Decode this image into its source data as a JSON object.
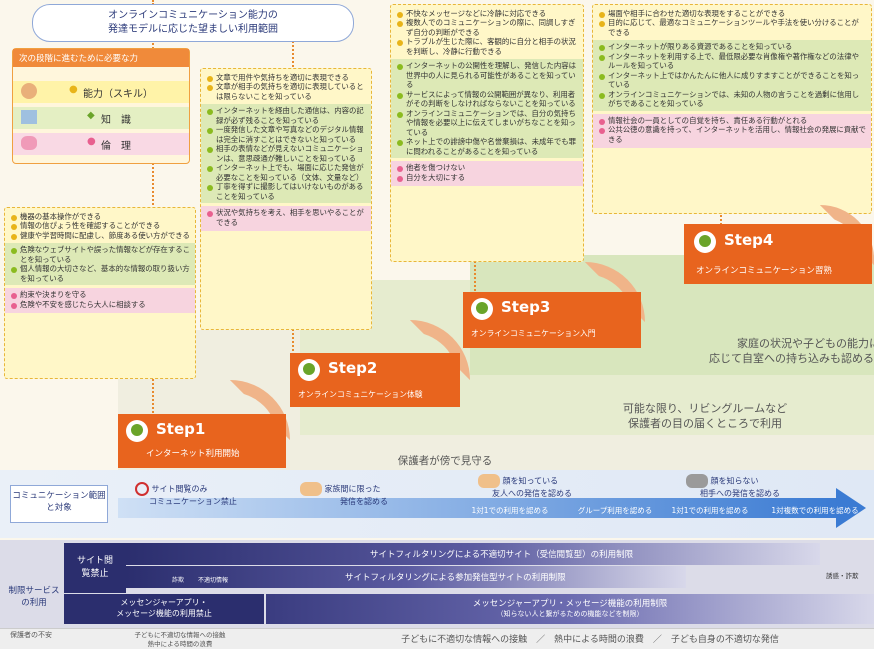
{
  "header": {
    "line1": "オンラインコミュニケーション能力の",
    "line2": "発達モデルに応じた望ましい利用範囲"
  },
  "legend": {
    "title": "次の段階に進むために必要な力",
    "items": [
      {
        "bullet": "●",
        "label": "能力（スキル）"
      },
      {
        "bullet": "◆",
        "label": "知　識"
      },
      {
        "bullet": "●",
        "label": "倫　理"
      }
    ]
  },
  "steps": [
    {
      "num": "Step1",
      "name": "インターネット利用開始"
    },
    {
      "num": "Step2",
      "name": "オンラインコミュニケーション体験"
    },
    {
      "num": "Step3",
      "name": "オンラインコミュニケーション入門"
    },
    {
      "num": "Step4",
      "name": "オンラインコミュニケーション習熟"
    }
  ],
  "notes": {
    "n1": {
      "skill": [
        "機器の基本操作ができる",
        "情報の信ぴょう性を確認することができる",
        "健康や学習時間に配慮し、節度ある使い方ができる"
      ],
      "knowledge": [
        "危険なウェブサイトや誤った情報などが存在することを知っている",
        "個人情報の大切さなど、基本的な情報の取り扱い方を知っている"
      ],
      "ethics": [
        "約束や決まりを守る",
        "危険や不安を感じたら大人に相談する"
      ]
    },
    "n2": {
      "skill": [
        "文章で用件や気持ちを適切に表現できる",
        "文章が相手の気持ちを適切に表現しているとは限らないことを知っている"
      ],
      "knowledge": [
        "インターネットを経由した通信は、内容の記録が必ず残ることを知っている",
        "一度発信した文章や写真などのデジタル情報は完全に消すことはできないと知っている",
        "相手の表情などが見えないコミュニケーションは、意思疎通が難しいことを知っている",
        "インターネット上でも、場面に応じた発信が必要なことを知っている（文体、文量など）",
        "丁寧を得ずに撮影してはいけないものがあることを知っている"
      ],
      "ethics": [
        "状況や気持ちを考え、相手を思いやることができる"
      ]
    },
    "n3": {
      "skill": [
        "不快なメッセージなどに冷静に対応できる",
        "複数人でのコミュニケーションの際に、同調しすぎず自分の判断ができる",
        "トラブルが生じた際に、客観的に自分と相手の状況を判断し、冷静に行動できる"
      ],
      "knowledge": [
        "インターネットの公開性を理解し、発信した内容は世界中の人に見られる可能性があることを知っている",
        "サービスによって情報の公開範囲が異なり、利用者がその判断をしなければならないことを知っている",
        "オンラインコミュニケーションでは、自分の気持ちや情報を必要以上に伝えてしまいがちなことを知っている",
        "ネット上での誹謗中傷や名誉棄損は、未成年でも罪に問われることがあることを知っている"
      ],
      "ethics": [
        "他者を傷つけない",
        "自分を大切にする"
      ]
    },
    "n4": {
      "skill": [
        "場面や相手に合わせた適切な表現をすることができる",
        "目的に応じて、最適なコミュニケーションツールや手法を使い分けることができる"
      ],
      "knowledge": [
        "インターネットが限りある資源であることを知っている",
        "インターネットを利用する上で、最低限必要な肖像権や著作権などの法律やルールを知っている",
        "インターネット上ではかんたんに他人に成りすますことができることを知っている",
        "オンラインコミュニケーションでは、未知の人物の言うことを過剰に信用しがちであることを知っている"
      ],
      "ethics": [
        "情報社会の一員としての自覚を持ち、責任ある行動がとれる",
        "公共公徳の意識を持って、インターネットを活用し、情報社会の発展に貢献できる"
      ]
    }
  },
  "zones": {
    "z1": "保護者が傍で見守る",
    "z2a": "可能な限り、リビングルームなど",
    "z2b": "保護者の目の届くところで利用",
    "z3a": "家庭の状況や子どもの能力に",
    "z3b": "応じて自室への持ち込みも認める"
  },
  "comm": {
    "label": "コミュニケーション範囲と対象",
    "items": [
      {
        "title": "サイト閲覧のみ",
        "sub": "コミュニケーション禁止"
      },
      {
        "title": "家族間に限った",
        "sub": "発信を認める"
      },
      {
        "title": "顔を知っている",
        "sub": "友人への発信を認める"
      },
      {
        "title": "顔を知らない",
        "sub": "相手への発信を認める"
      }
    ],
    "subitems": [
      "1対1での利用を認める",
      "グループ利用を認める",
      "1対1での利用を認める",
      "1対複数での利用を認める"
    ]
  },
  "restrict": {
    "label": "制限サービスの利用",
    "site_label": "サイト閲覧禁止",
    "row1": "サイトフィルタリングによる不適切サイト（受信閲覧型）の利用制限",
    "row2": "サイトフィルタリングによる参加発信型サイトの利用制限",
    "row3_left_a": "メッセンジャーアプリ・",
    "row3_left_b": "メッセージ機能の利用禁止",
    "row3_a": "メッセンジャーアプリ・メッセージ機能の利用制限",
    "row3_b": "（知らない人と繋がるための機能などを制限）",
    "tags": [
      "詐欺",
      "不適切情報"
    ],
    "right_tag": "誘惑・詐欺"
  },
  "footer": {
    "label": "保護者の不安",
    "left_a": "子どもに不適切な情報への接触",
    "left_b": "熱中による時間の浪費",
    "right": "子どもに不適切な情報への接触　／　熱中による時間の浪費　／　子ども自身の不適切な発信"
  },
  "colors": {
    "orange": "#e8641e",
    "navy": "#2b2e6e",
    "blue": "#3b7bd3",
    "green": "#6aa42a",
    "pink": "#e8608f"
  }
}
